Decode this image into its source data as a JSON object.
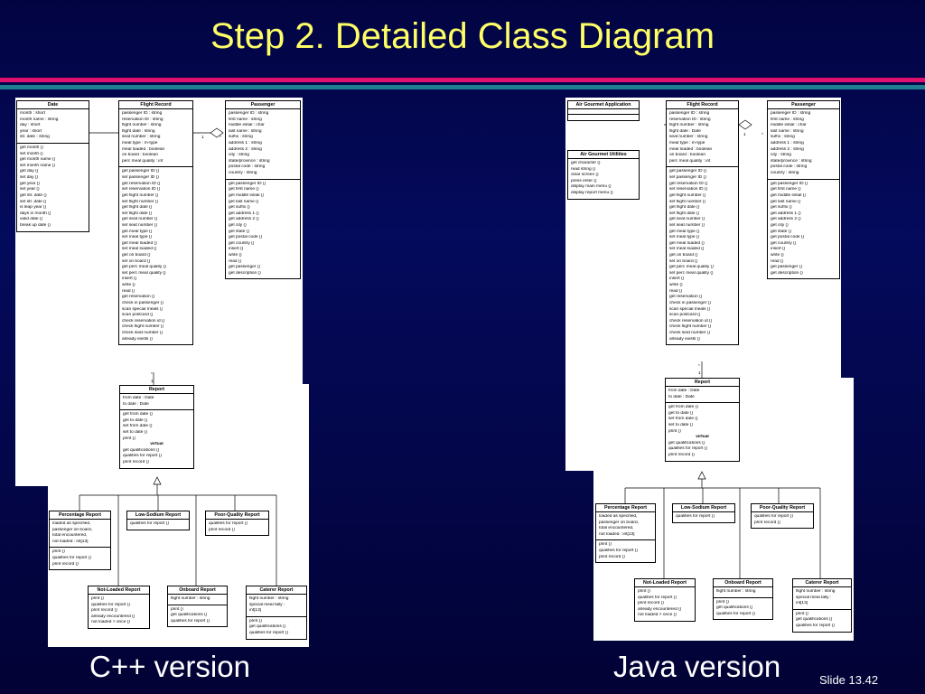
{
  "title": "Step 2.  Detailed Class Diagram",
  "left_label": "C++ version",
  "right_label": "Java version",
  "slide_number": "Slide 13.42",
  "colors": {
    "background": "#040a5c",
    "title": "#ffff66",
    "stripe_magenta": "#e0106e",
    "stripe_teal": "#1f7f90"
  },
  "cpp": {
    "assoc": {
      "mult_left": "1",
      "mult_right": "*",
      "mult_top": "*",
      "mult_bottom": "1"
    },
    "date": {
      "name": "Date",
      "attrs": [
        "month : short",
        "month name : string",
        "day : short",
        "year : short",
        "str. date : string"
      ],
      "ops": [
        "get month ()",
        "set month ()",
        "get month name ()",
        "set month name ()",
        "get day ()",
        "set day ()",
        "get year ()",
        "set year ()",
        "get str. date ()",
        "set str. date ()",
        "is leap year ()",
        "days in month ()",
        "valid date ()",
        "break up date ()"
      ]
    },
    "flight": {
      "name": "Flight Record",
      "attrs": [
        "passenger ID : string",
        "reservation ID : string",
        "flight number : string",
        "flight date : string",
        "seat number : string",
        "meal type : m-type",
        "meal loaded : boolean",
        "on board : boolean",
        "perc meal quality : int"
      ],
      "ops": [
        "get passenger ID ()",
        "set passenger ID ()",
        "get reservation ID ()",
        "set reservation ID ()",
        "get flight number ()",
        "set flight number ()",
        "get flight date ()",
        "set flight date ()",
        "get seat number ()",
        "set seat number ()",
        "get meal type ()",
        "set meal type ()",
        "get meal loaded ()",
        "set meal loaded ()",
        "get on board ()",
        "set on board ()",
        "get perc meal quality ()",
        "set perc meal quality ()",
        "insert ()",
        "write ()",
        "read ()",
        "get reservation ()",
        "check in passenger ()",
        "scan special meals ()",
        "scan postcard ()",
        "check reservation id ()",
        "check flight number ()",
        "check seat number ()",
        "already exists ()"
      ]
    },
    "passenger": {
      "name": "Passenger",
      "attrs": [
        "passenger ID : string",
        "first name : string",
        "middle initial : char",
        "last name : string",
        "suffix : string",
        "address 1 : string",
        "address 2 : string",
        "city : string",
        "state/province : string",
        "postal code : string",
        "country : string"
      ],
      "ops": [
        "get passenger ID ()",
        "get first name ()",
        "get middle initial ()",
        "get last name ()",
        "get suffix ()",
        "get address 1 ()",
        "get address 2 ()",
        "get city ()",
        "get state ()",
        "get postal code ()",
        "get country ()",
        "insert ()",
        "write ()",
        "read ()",
        "get passenger ()",
        "get description ()"
      ]
    },
    "report": {
      "name": "Report",
      "attrs": [
        "from date : Date",
        "to date : Date"
      ],
      "ops": [
        "get from date ()",
        "get to date ()",
        "set from date ()",
        "set to date ()",
        "print ()"
      ],
      "virtual_label": "virtual",
      "virtual_ops": [
        "get qualifications ()",
        "qualifies for report ()",
        "print record ()"
      ]
    },
    "percentage": {
      "name": "Percentage Report",
      "attrs": [
        "loaded as specified,",
        "passenger on board,",
        "total encountered,",
        "not loaded : int[13]"
      ],
      "ops": [
        "print ()",
        "qualifies for report ()",
        "print record ()"
      ]
    },
    "low_sodium": {
      "name": "Low-Sodium Report",
      "ops": [
        "qualifies for report ()"
      ]
    },
    "poor_quality": {
      "name": "Poor-Quality Report",
      "ops": [
        "qualifies for report ()",
        "print record ()"
      ]
    },
    "not_loaded": {
      "name": "Not-Loaded Report",
      "ops": [
        "print ()",
        "qualifies for report ()",
        "print record ()",
        "already encountered ()",
        "not loaded > once ()"
      ]
    },
    "onboard": {
      "name": "Onboard Report",
      "attrs": [
        "flight number : string"
      ],
      "ops": [
        "print ()",
        "get qualifications ()",
        "qualifies for report ()"
      ]
    },
    "caterer": {
      "name": "Caterer Report",
      "attrs": [
        "flight number : string",
        "special meal tally :",
        "   int[13]"
      ],
      "ops": [
        "print ()",
        "get qualifications ()",
        "qualifies for report ()"
      ]
    }
  },
  "java": {
    "assoc": {
      "mult_left": "1",
      "mult_right": "*",
      "mult_top": "*",
      "mult_bottom": "1"
    },
    "app": {
      "name": "Air Gourmet Application"
    },
    "utilities": {
      "name": "Air Gourmet Utilities",
      "ops": [
        "get character ()",
        "read string ()",
        "clear screen ()",
        "press enter ()",
        "display main menu ()",
        "display report menu ()"
      ]
    },
    "flight": {
      "name": "Flight Record",
      "attrs": [
        "passenger ID : string",
        "reservation ID : string",
        "flight number : string",
        "flight date : Date",
        "seat number : string",
        "meal type : m-type",
        "meal loaded : boolean",
        "on board : boolean",
        "perc meal quality : int"
      ],
      "ops": [
        "get passenger ID ()",
        "set passenger ID ()",
        "get reservation ID ()",
        "set reservation ID ()",
        "get flight number ()",
        "set flight number ()",
        "get flight date ()",
        "set flight date ()",
        "get seat number ()",
        "set seat number ()",
        "get meal type ()",
        "set meal type ()",
        "get meal loaded ()",
        "set meal loaded ()",
        "get on board ()",
        "set on board ()",
        "get perc meal quality ()",
        "set perc meal quality ()",
        "insert ()",
        "write ()",
        "read ()",
        "get reservation ()",
        "check in passenger ()",
        "scan special meals ()",
        "scan postcard ()",
        "check reservation id ()",
        "check flight number ()",
        "check seat number ()",
        "already exists ()"
      ]
    },
    "passenger": {
      "name": "Passenger",
      "attrs": [
        "passenger ID : string",
        "first name : string",
        "middle initial : char",
        "last name : string",
        "suffix : string",
        "address 1 : string",
        "address 2 : string",
        "city : string",
        "state/province : string",
        "postal code : string",
        "country : string"
      ],
      "ops": [
        "get passenger ID ()",
        "get first name ()",
        "get middle initial ()",
        "get last name ()",
        "get suffix ()",
        "get address 1 ()",
        "get address 2 ()",
        "get city ()",
        "get state ()",
        "get postal code ()",
        "get country ()",
        "insert ()",
        "write ()",
        "read ()",
        "get passenger ()",
        "get description ()"
      ]
    },
    "report": {
      "name": "Report",
      "attrs": [
        "from date : Date",
        "to date : Date"
      ],
      "ops": [
        "get from date ()",
        "get to date ()",
        "set from date ()",
        "set to date ()",
        "print ()"
      ],
      "virtual_label": "virtual",
      "virtual_ops": [
        "get qualifications ()",
        "qualifies for report ()",
        "print record ()"
      ]
    },
    "percentage": {
      "name": "Percentage Report",
      "attrs": [
        "loaded as specified,",
        "passenger on board,",
        "total encountered,",
        "not loaded : int[13]"
      ],
      "ops": [
        "print ()",
        "qualifies for report ()",
        "print record ()"
      ]
    },
    "low_sodium": {
      "name": "Low-Sodium Report",
      "ops": [
        "qualifies for report ()"
      ]
    },
    "poor_quality": {
      "name": "Poor-Quality Report",
      "ops": [
        "qualifies for report ()",
        "print record ()"
      ]
    },
    "not_loaded": {
      "name": "Not-Loaded Report",
      "ops": [
        "print ()",
        "qualifies for report ()",
        "print record ()",
        "already encountered ()",
        "not loaded > once ()"
      ]
    },
    "onboard": {
      "name": "Onboard Report",
      "attrs": [
        "flight number : string"
      ],
      "ops": [
        "print ()",
        "get qualifications ()",
        "qualifies for report ()"
      ]
    },
    "caterer": {
      "name": "Caterer Report",
      "attrs": [
        "flight number : string",
        "special meal tally :",
        "   int[13]"
      ],
      "ops": [
        "print ()",
        "get qualifications ()",
        "qualifies for report ()"
      ]
    }
  }
}
